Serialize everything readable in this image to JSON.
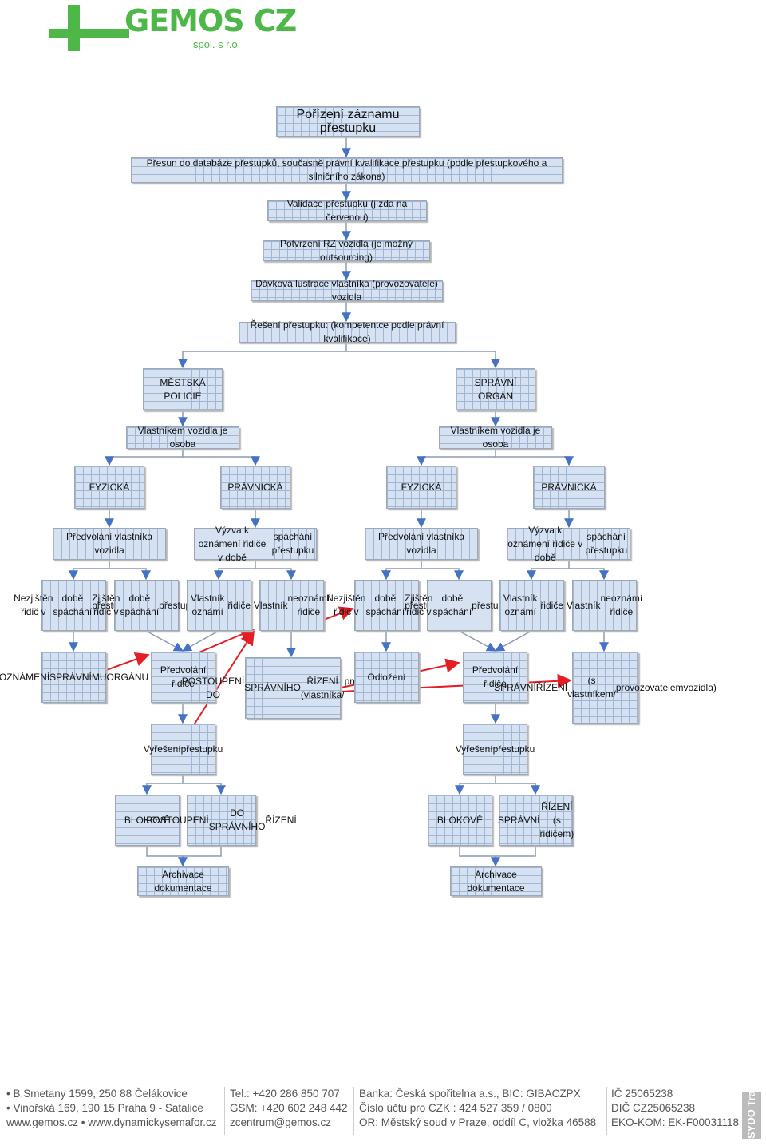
{
  "logo": {
    "name": "GEMOS CZ",
    "sub": "spol. s r.o."
  },
  "boxes": {
    "porizeni": "Pořízení záznamu přestupku",
    "presun": "Přesun do databáze přestupků, současně právní kvalifikace přestupku (podle přestupkového a silničního zákona)",
    "validace": "Validace přestupku (jízda na červenou)",
    "potvrzeni": "Potvrzení RZ vozidla (je možný outsourcing)",
    "davkova": "Dávková lustrace vlastníka (provozovatele) vozidla",
    "reseni": "Řešení přestupku: (kompetentce podle právní kvalifikace)",
    "mp": "MĚSTSKÁ POLICIE",
    "so": "SPRÁVNÍ ORGÁN",
    "vlastnik_l": "Vlastníkem vozidla je osoba",
    "vlastnik_r": "Vlastníkem vozidla je osoba",
    "fyz_l": "FYZICKÁ",
    "prav_l": "PRÁVNICKÁ",
    "fyz_r": "FYZICKÁ",
    "prav_r": "PRÁVNICKÁ",
    "predvol_l": "Předvolání vlastníka vozidla",
    "vyzva_l": [
      "Výzva k oznámení řidiče v době",
      "spáchání přestupku"
    ],
    "predvol_r": "Předvolání vlastníka vozidla",
    "vyzva_r": [
      "Výzva k oznámení řidiče v době",
      "spáchání přestupku"
    ],
    "nezj_l": [
      "Nezjištěn řidič v",
      "době spáchání",
      "přestupku"
    ],
    "zjist_l": [
      "Zjištěn řidič v",
      "době spáchání",
      "přestupku"
    ],
    "ozn_l": [
      "Vlastník oznámí",
      "řidiče"
    ],
    "neozn_l": [
      "Vlastník",
      "neoznámí řidiče"
    ],
    "nezj_r": [
      "Nezjištěn řidič v",
      "době spáchání",
      "přestupku"
    ],
    "zjist_r": [
      "Zjištěn řidič v",
      "době spáchání",
      "přestupku"
    ],
    "ozn_r": [
      "Vlastník oznámí",
      "řidiče"
    ],
    "neozn_r": [
      "Vlastník",
      "neoznámí řidiče"
    ],
    "oznameni": [
      "OZNÁMENÍ",
      "SPRÁVNÍMU",
      "ORGÁNU"
    ],
    "predridice_l": "Předvolání řidiče",
    "postoupeni_v": [
      "POSTOUPENÍ DO",
      "SPRÁVNÍHO",
      "ŘÍZENÍ (vlastníka/",
      "provozovatele vozidla)"
    ],
    "odlozeni": "Odložení",
    "predridice_r": "Předvolání řidiče",
    "spravni_v": [
      "SPRÁVNÍ",
      "ŘÍZENÍ",
      "(s vlastníkem/",
      "provozovatelem",
      "vozidla)"
    ],
    "vyreseni_l": [
      "Vyřešení",
      "přestupku"
    ],
    "vyreseni_r": [
      "Vyřešení",
      "přestupku"
    ],
    "blokove_l": "BLOKOVĚ",
    "postoupeni_r": [
      "POSTOUPENÍ",
      "DO SPRÁVNÍHO",
      "ŘÍZENÍ"
    ],
    "blokove_r": "BLOKOVĚ",
    "spravni_r": [
      "SPRÁVNÍ",
      "ŘÍZENÍ (s řidičem)"
    ],
    "archiv_l": "Archivace dokumentace",
    "archiv_r": "Archivace dokumentace"
  },
  "footer": {
    "col1": [
      "• B.Smetany 1599, 250 88 Čelákovice",
      "• Vinořská 169, 190 15 Praha 9 - Satalice",
      "www.gemos.cz • www.dynamickysemafor.cz"
    ],
    "col2": [
      "Tel.:  +420 286 850 707",
      "GSM: +420 602 248 442",
      "zcentrum@gemos.cz"
    ],
    "col3": [
      "Banka:  Česká spořitelna a.s., BIC: GIBACZPX",
      "Číslo účtu pro CZK :   424 527 359 / 0800",
      "OR:  Městský soud v Praze, oddíl C, vložka 46588"
    ],
    "col4": [
      "IČ 25065238",
      "DIČ CZ25065238",
      "EKO-KOM: EK-F00031118"
    ],
    "badge": "SYDO Traffic"
  },
  "colors": {
    "brand": "#4db848",
    "connector": "#8c9bb0",
    "arrow": "#4472c4",
    "highlight": "#e31e24"
  }
}
